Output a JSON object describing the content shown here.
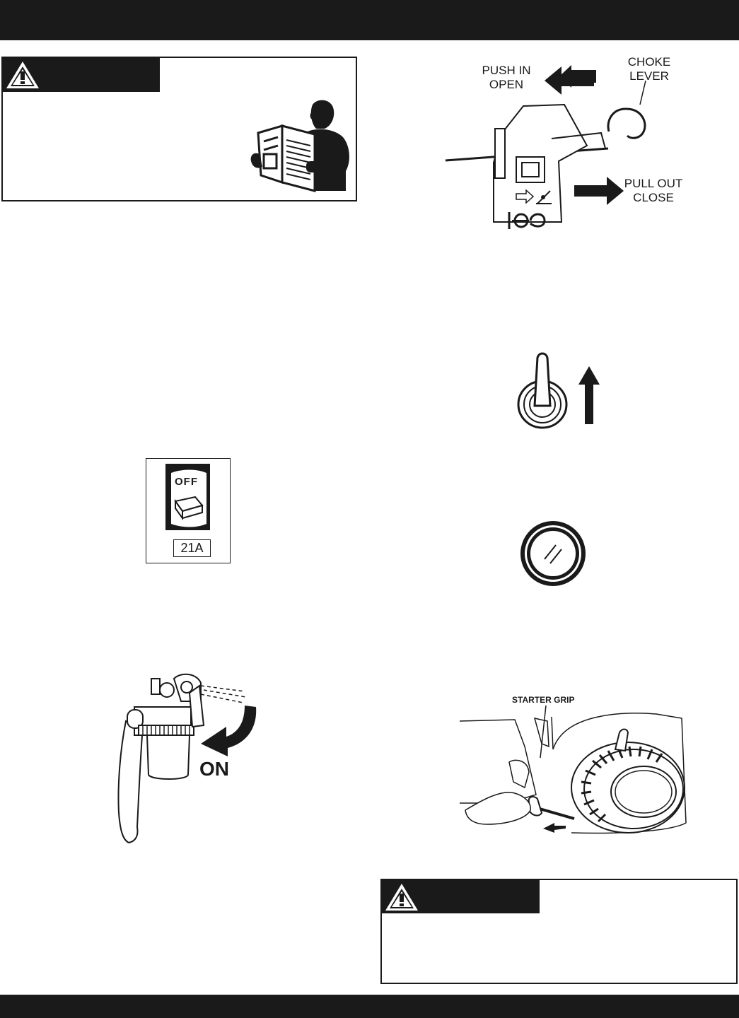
{
  "choke": {
    "push_line1": "PUSH IN",
    "push_line2": "OPEN",
    "lever_line1": "CHOKE",
    "lever_line2": "LEVER",
    "pull_line1": "PULL OUT",
    "pull_line2": "CLOSE"
  },
  "breaker": {
    "switch_label": "OFF",
    "rating": "21A"
  },
  "fuel_valve": {
    "label": "ON"
  },
  "starter": {
    "label": "STARTER GRIP"
  }
}
